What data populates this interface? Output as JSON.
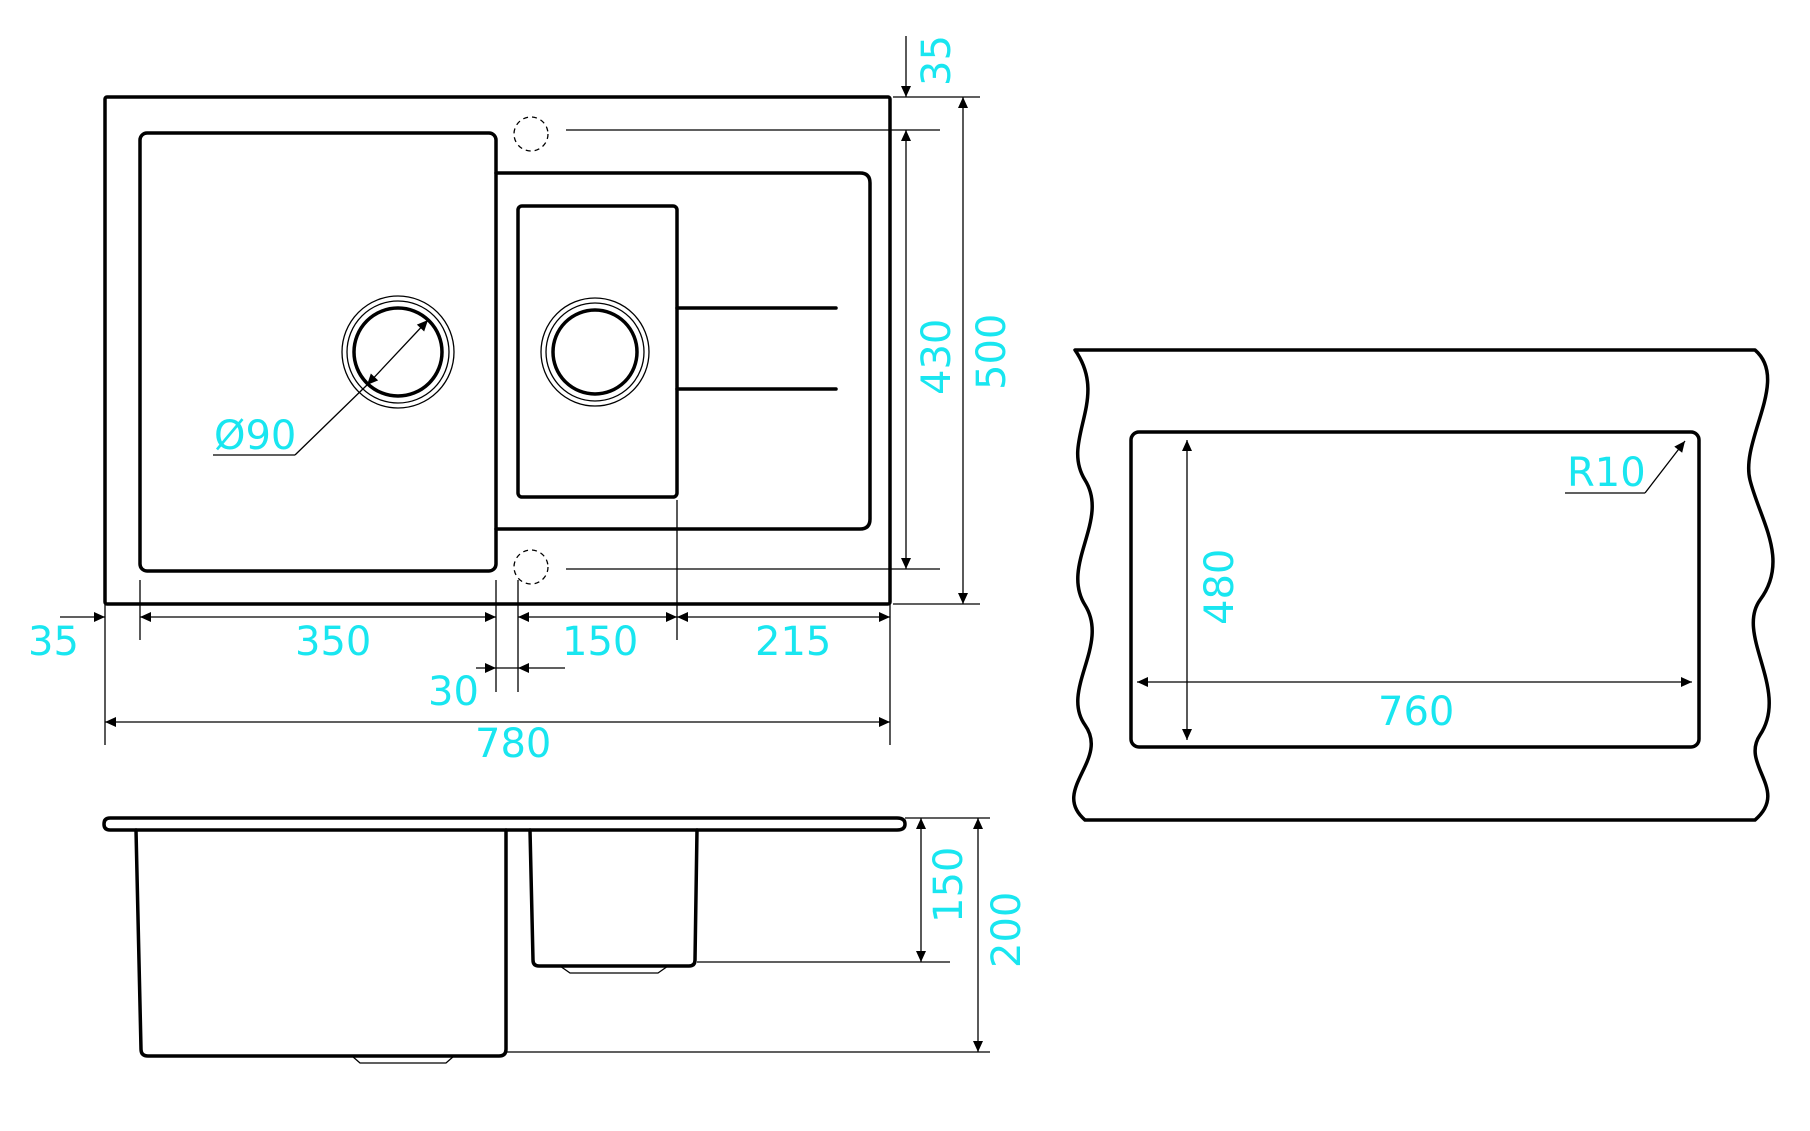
{
  "colors": {
    "line": "#000000",
    "dimension_text": "#19E6F0",
    "background": "#FFFFFF"
  },
  "top_view": {
    "dim_top_offset": "35",
    "dim_inner_height": "430",
    "dim_total_height": "500",
    "dim_left_margin": "35",
    "dim_main_bowl_width": "350",
    "dim_divider_gap": "30",
    "dim_small_bowl_width": "150",
    "dim_drainer_width": "215",
    "dim_total_width": "780",
    "drain_diameter": "Ø90"
  },
  "section_view": {
    "dim_small_bowl_depth": "150",
    "dim_main_bowl_depth": "200"
  },
  "cutout_view": {
    "corner_radius": "R10",
    "dim_cutout_height": "480",
    "dim_cutout_width": "760"
  }
}
